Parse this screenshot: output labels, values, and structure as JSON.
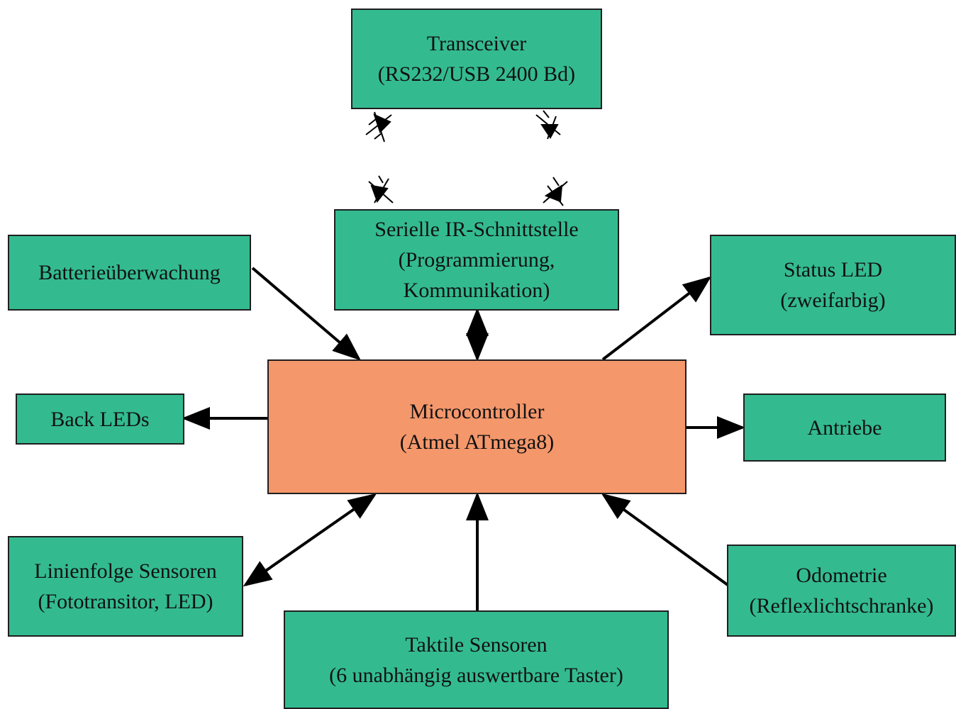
{
  "colors": {
    "block_fill": "#33bb8f",
    "controller_fill": "#f4976b",
    "line": "#000000"
  },
  "blocks": {
    "transceiver": {
      "line1": "Transceiver",
      "line2": "(RS232/USB 2400 Bd)"
    },
    "ir_interface": {
      "line1": "Serielle IR-Schnittstelle",
      "line2": "(Programmierung,",
      "line3": "Kommunikation)"
    },
    "battery": {
      "line1": "Batterieüberwachung"
    },
    "status_led": {
      "line1": "Status LED",
      "line2": "(zweifarbig)"
    },
    "microcontroller": {
      "line1": "Microcontroller",
      "line2": "(Atmel ATmega8)"
    },
    "back_leds": {
      "line1": "Back LEDs"
    },
    "drives": {
      "line1": "Antriebe"
    },
    "line_sensors": {
      "line1": "Linienfolge Sensoren",
      "line2": "(Fototransitor, LED)"
    },
    "tactile_sensors": {
      "line1": "Taktile Sensoren",
      "line2": "(6 unabhängig auswertbare Taster)"
    },
    "odometry": {
      "line1": "Odometrie",
      "line2": "(Reflexlichtschranke)"
    }
  }
}
